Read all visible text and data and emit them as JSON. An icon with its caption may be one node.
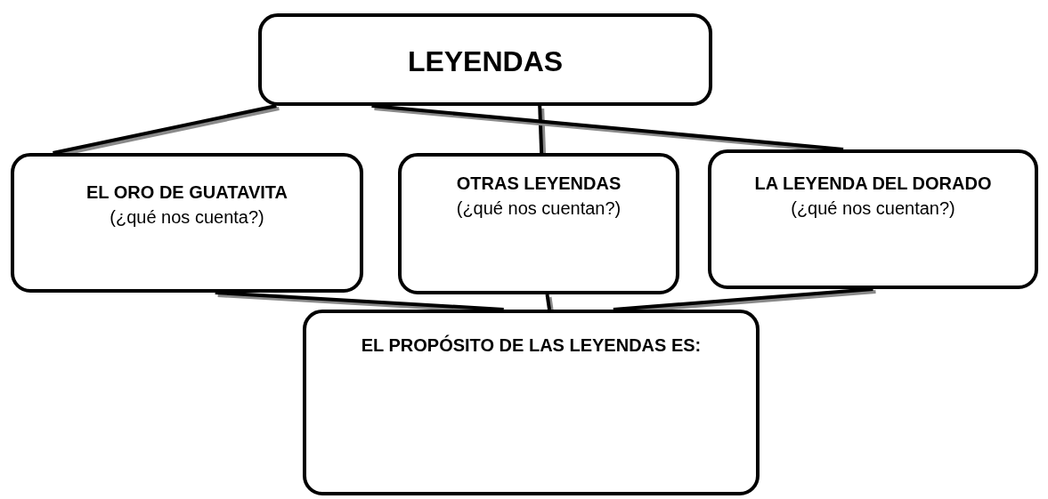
{
  "diagram": {
    "nodes": [
      {
        "text": [
          "LEYENDAS"
        ]
      },
      {
        "text": [
          "EL ORO DE GUATAVITA",
          "(¿qué nos cuenta?)"
        ]
      },
      {
        "text": [
          "OTRAS LEYENDAS",
          "(¿qué nos cuentan?)"
        ]
      },
      {
        "text": [
          "LA LEYENDA DEL DORADO",
          "(¿qué nos cuentan?)"
        ]
      },
      {
        "text": [
          "EL PROPÓSITO DE LAS LEYENDAS ES:"
        ]
      }
    ],
    "edges": [
      {
        "from": 0,
        "to": 1,
        "arrow": "none"
      },
      {
        "from": 0,
        "to": 2,
        "arrow": "none"
      },
      {
        "from": 0,
        "to": 3,
        "arrow": "none"
      },
      {
        "from": 1,
        "to": 4,
        "arrow": "none"
      },
      {
        "from": 2,
        "to": 4,
        "arrow": "none"
      },
      {
        "from": 3,
        "to": 4,
        "arrow": "none"
      }
    ]
  }
}
